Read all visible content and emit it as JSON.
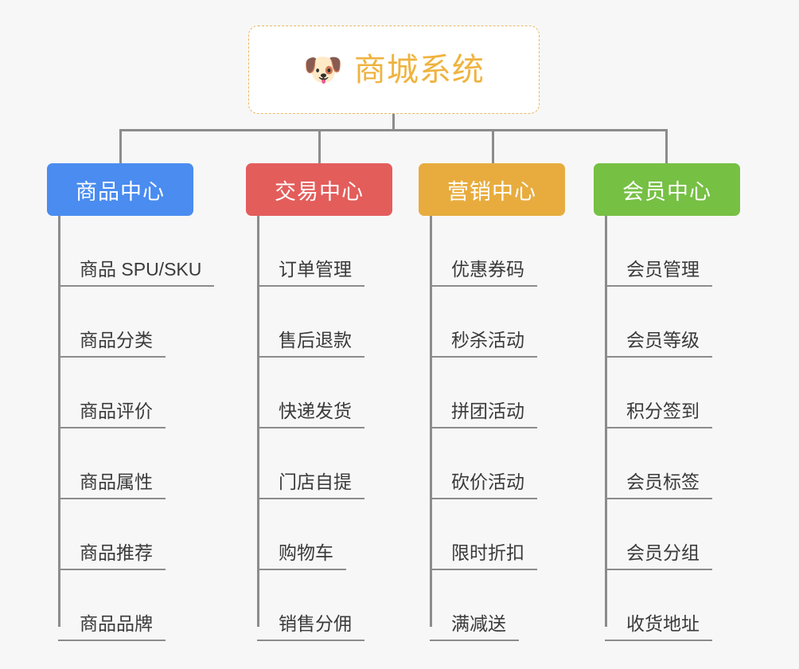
{
  "diagram": {
    "title": "商城系统",
    "background_color": "#f7f7f7",
    "root": {
      "icon": "shiba-dog-face-icon",
      "icon_glyph": "🐶",
      "label": "商城系统",
      "text_color": "#efb33f",
      "border_color": "#eab860",
      "fill_color": "#ffffff"
    },
    "connector_color": "#8c8c8c",
    "columns": [
      {
        "id": "product-center",
        "label": "商品中心",
        "color": "#4a8cf0",
        "items": [
          "商品 SPU/SKU",
          "商品分类",
          "商品评价",
          "商品属性",
          "商品推荐",
          "商品品牌"
        ]
      },
      {
        "id": "trade-center",
        "label": "交易中心",
        "color": "#e35d5b",
        "items": [
          "订单管理",
          "售后退款",
          "快递发货",
          "门店自提",
          "购物车",
          "销售分佣"
        ]
      },
      {
        "id": "marketing-center",
        "label": "营销中心",
        "color": "#e8ac3e",
        "items": [
          "优惠券码",
          "秒杀活动",
          "拼团活动",
          "砍价活动",
          "限时折扣",
          "满减送"
        ]
      },
      {
        "id": "member-center",
        "label": "会员中心",
        "color": "#76c044",
        "items": [
          "会员管理",
          "会员等级",
          "积分签到",
          "会员标签",
          "会员分组",
          "收货地址"
        ]
      }
    ]
  }
}
